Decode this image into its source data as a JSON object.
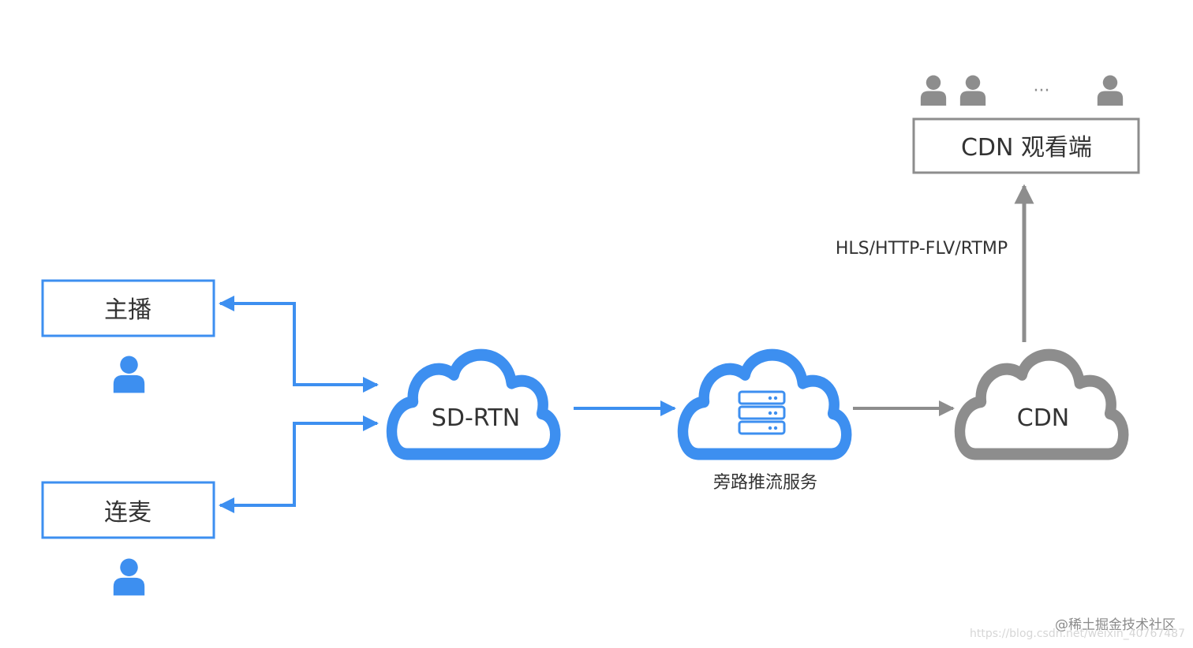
{
  "colors": {
    "blue": "#3d8ff0",
    "gray": "#8d8d8d",
    "text": "#333333"
  },
  "nodes": {
    "host": {
      "label": "主播",
      "icon": "user-icon"
    },
    "co_host": {
      "label": "连麦",
      "icon": "user-icon"
    },
    "sdrtn": {
      "label": "SD-RTN",
      "icon": "cloud-icon"
    },
    "bypass": {
      "label": "旁路推流服务",
      "icon": "server-cloud-icon"
    },
    "cdn": {
      "label": "CDN",
      "icon": "cloud-icon"
    },
    "viewers": {
      "label": "CDN 观看端",
      "icon": "user-icon",
      "ellipsis": "···"
    }
  },
  "edges": {
    "cdn_to_viewers": {
      "label": "HLS/HTTP-FLV/RTMP"
    }
  },
  "watermark": {
    "text": "@稀土掘金技术社区",
    "url": "https://blog.csdn.net/weixin_40767487"
  }
}
